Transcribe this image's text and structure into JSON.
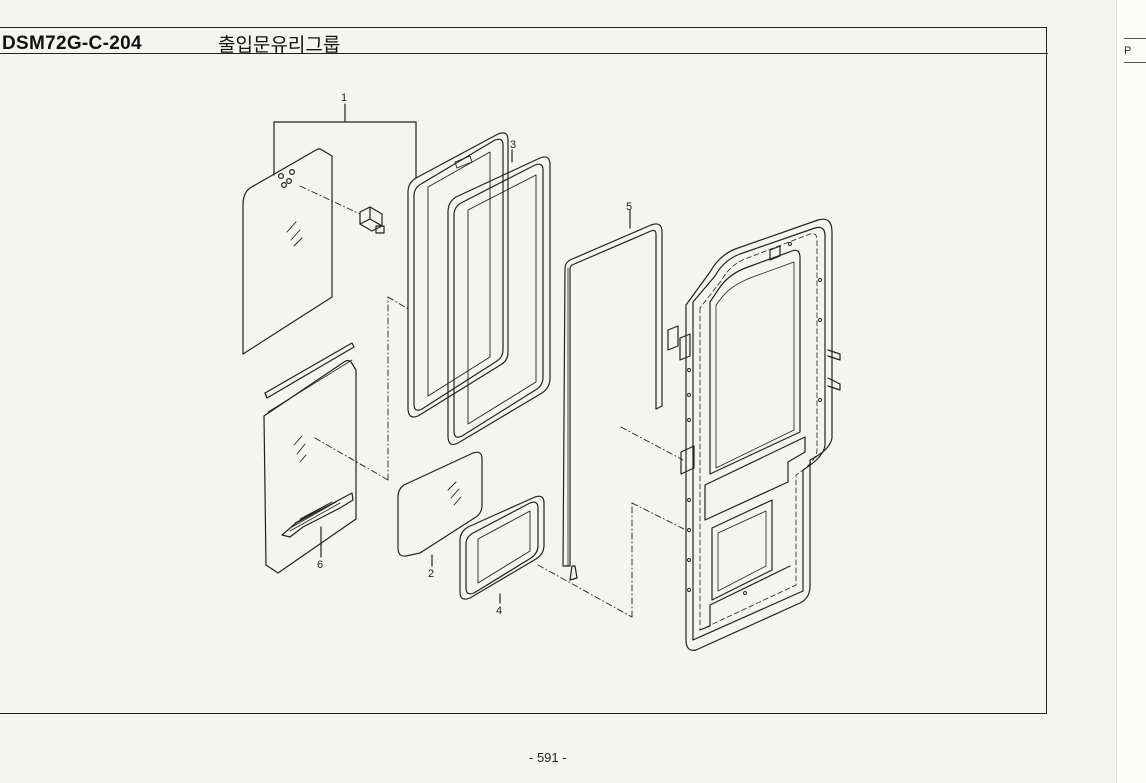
{
  "header": {
    "code": "DSM72G-C-204",
    "title_kr": "출입문유리그룹"
  },
  "callouts": [
    "1",
    "2",
    "3",
    "4",
    "5",
    "6"
  ],
  "footer": {
    "page": "- 591 -"
  },
  "edge": {
    "glyph": "P"
  },
  "colors": {
    "line": "#222222",
    "paper": "#f4f5f2"
  }
}
